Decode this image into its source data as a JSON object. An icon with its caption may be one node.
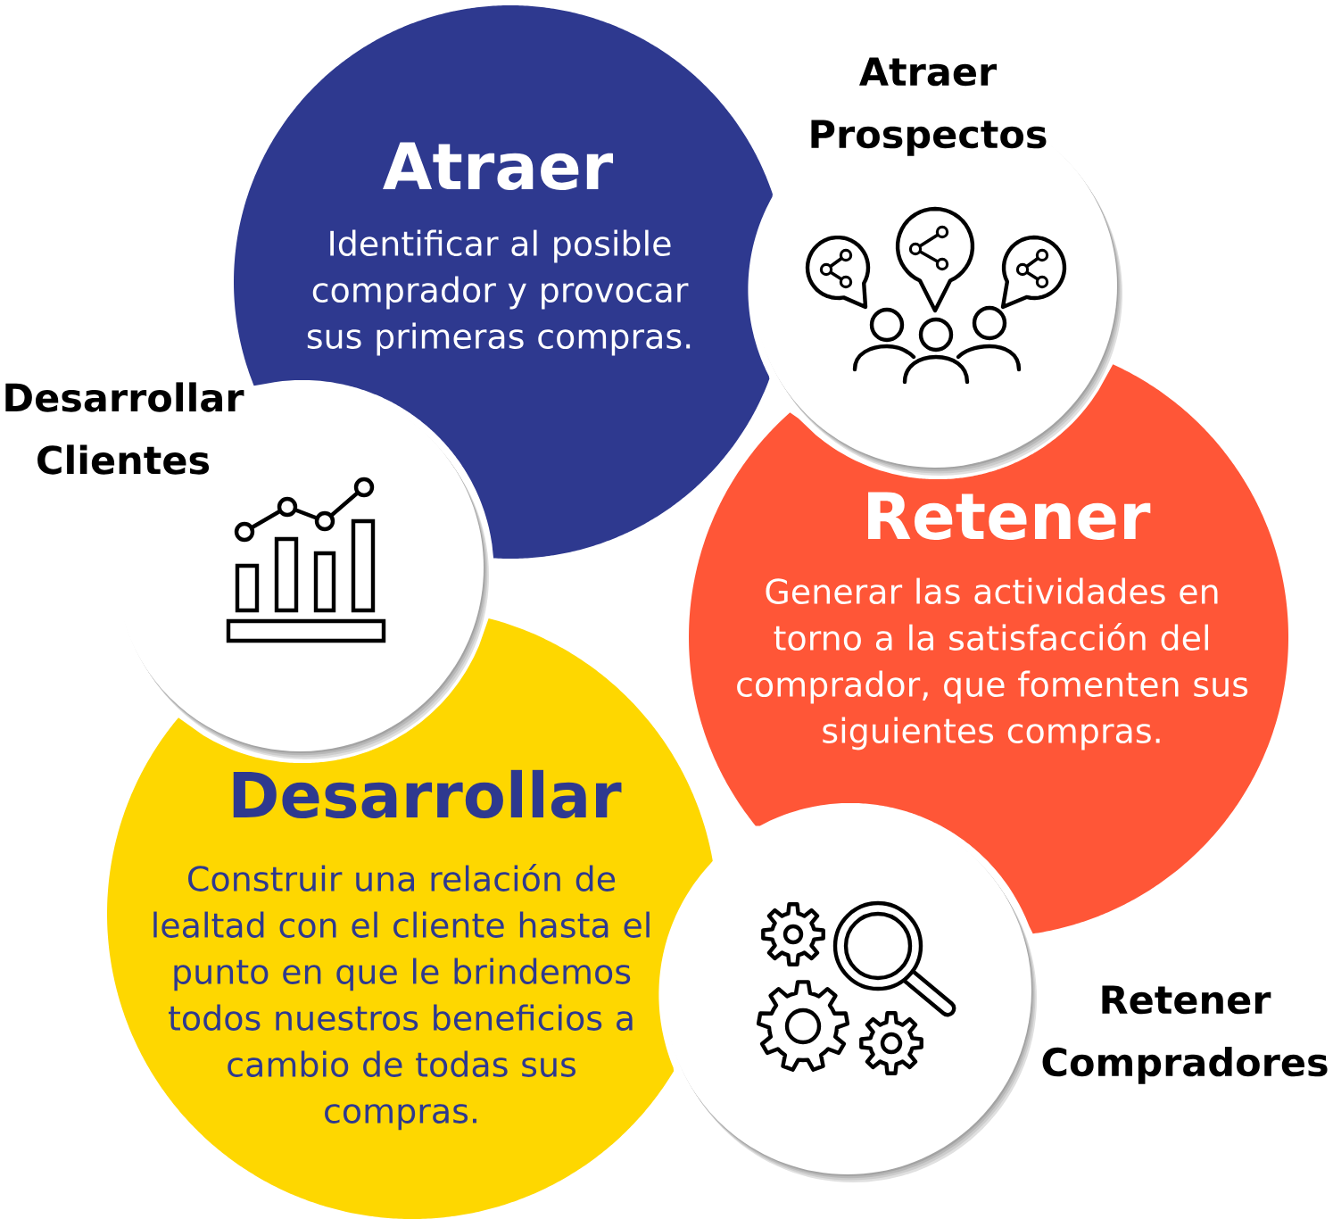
{
  "diagram": {
    "nodes": [
      {
        "text": [
          "Atraer",
          "Identificar al posible comprador y provocar sus primeras compras."
        ]
      },
      {
        "text": [
          "Atraer Prospectos"
        ]
      },
      {
        "text": [
          "Desarrollar Clientes"
        ]
      },
      {
        "text": [
          "Retener",
          "Generar las actividades en torno a la satisfacción del comprador, que fomenten sus siguientes compras."
        ]
      },
      {
        "text": [
          "Desarrollar",
          "Construir una relación de lealtad con el cliente hasta el punto en que le brindemos todos nuestros beneficios a cambio de todas sus compras."
        ]
      },
      {
        "text": [
          "Retener Compradores"
        ]
      }
    ]
  }
}
